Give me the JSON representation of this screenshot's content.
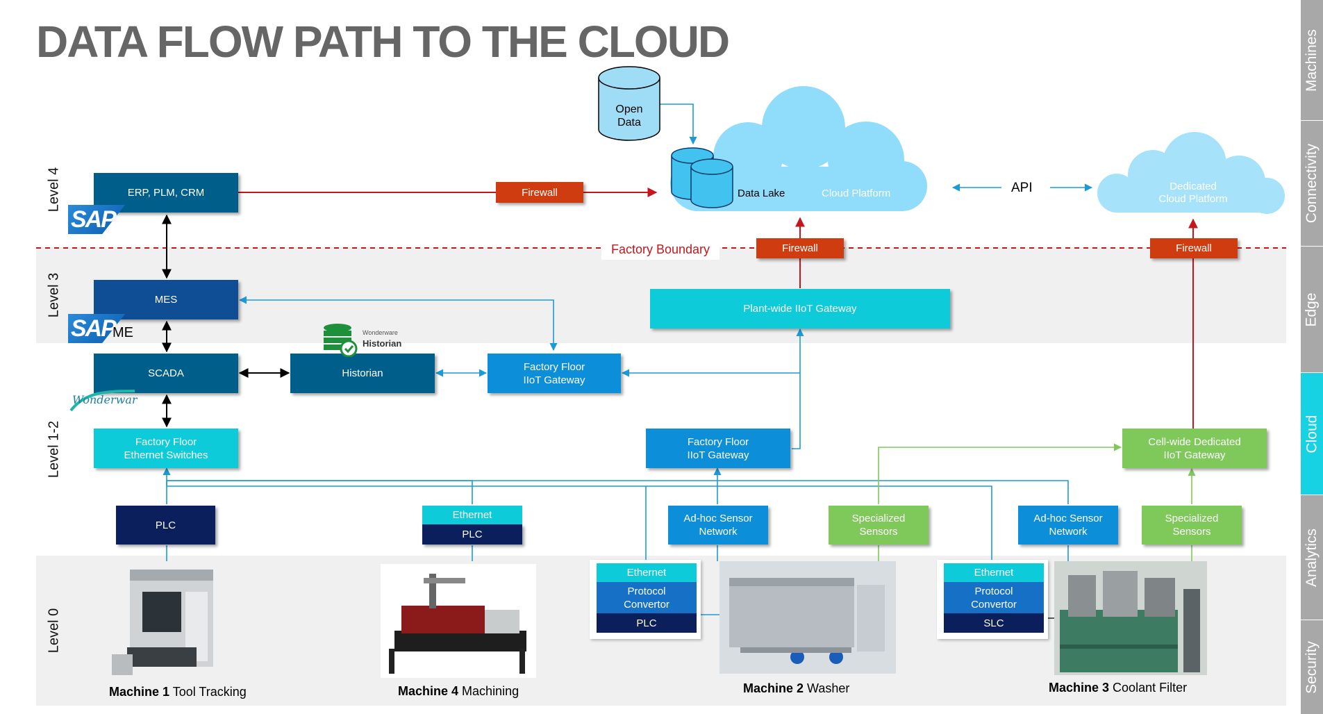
{
  "title": "DATA FLOW PATH TO THE CLOUD",
  "levels": {
    "l4": "Level 4",
    "l3": "Level 3",
    "l12": "Level 1-2",
    "l0": "Level 0"
  },
  "side_tabs": [
    {
      "label": "Machines",
      "active": false
    },
    {
      "label": "Connectivity",
      "active": false
    },
    {
      "label": "Edge",
      "active": false
    },
    {
      "label": "Cloud",
      "active": true
    },
    {
      "label": "Analytics",
      "active": false
    },
    {
      "label": "Security",
      "active": false
    }
  ],
  "cloud": {
    "open_data": "Open\nData",
    "data_lake": "Data Lake",
    "platform": "Cloud Platform",
    "dedicated": "Dedicated\nCloud Platform",
    "api": "API"
  },
  "boundary": "Factory Boundary",
  "boxes": {
    "erp": "ERP, PLM, CRM",
    "mes": "MES",
    "scada": "SCADA",
    "historian": "Historian",
    "ff_gw_left": "Factory Floor\nIIoT Gateway",
    "plant_gw": "Plant-wide IIoT Gateway",
    "ff_switch": "Factory Floor\nEthernet Switches",
    "ff_gw_mid": "Factory Floor\nIIoT Gateway",
    "cell_gw": "Cell-wide Dedicated\nIIoT Gateway",
    "plc1": "PLC",
    "eth_m4": "Ethernet",
    "plc_m4": "PLC",
    "adhoc1": "Ad-hoc Sensor\nNetwork",
    "spec1": "Specialized\nSensors",
    "adhoc2": "Ad-hoc Sensor\nNetwork",
    "spec2": "Specialized\nSensors",
    "eth_m2": "Ethernet",
    "proto_m2": "Protocol\nConvertor",
    "plc_m2": "PLC",
    "eth_m3": "Ethernet",
    "proto_m3": "Protocol\nConvertor",
    "slc_m3": "SLC",
    "fw_left": "Firewall",
    "fw_mid": "Firewall",
    "fw_right": "Firewall"
  },
  "logos": {
    "sap": "SAP",
    "sap_me": "ME",
    "historian_brand": "Wonderware",
    "historian_product": "Historian",
    "wonderware": "Wonderware"
  },
  "machines": {
    "m1": {
      "name": "Machine 1",
      "desc": "Tool Tracking"
    },
    "m4": {
      "name": "Machine  4",
      "desc": "Machining"
    },
    "m2": {
      "name": "Machine 2",
      "desc": "Washer"
    },
    "m3": {
      "name": "Machine 3",
      "desc": "Coolant Filter"
    }
  },
  "colors": {
    "red_link": "#c4161c",
    "blue_link": "#1a9bd7",
    "green_link": "#7fc95b",
    "black_link": "#000000"
  }
}
